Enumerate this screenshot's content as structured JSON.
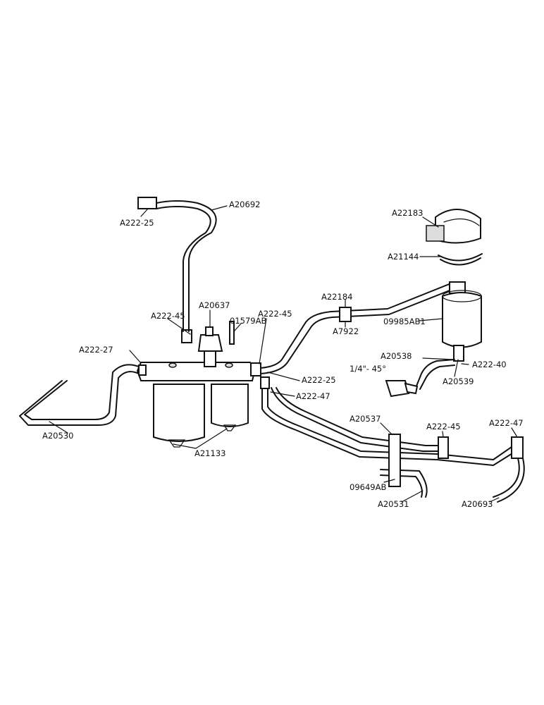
{
  "labels": {
    "a20692": "A20692",
    "a222_25_top": "A222-25",
    "a22183": "A22183",
    "a21144": "A21144",
    "a22184": "A22184",
    "a20637": "A20637",
    "a222_45_left": "A222-45",
    "a222_45_mid": "A222-45",
    "p01579ab": "01579AB",
    "a7922": "A7922",
    "p09985ab1": "09985AB1",
    "a222_27": "A222-27",
    "a20538": "A20538",
    "a222_40": "A222-40",
    "elbow_14_45": "1/4\"- 45°",
    "a222_25_mid": "A222-25",
    "a20539": "A20539",
    "a222_47_mid": "A222-47",
    "a20530": "A20530",
    "a20537": "A20537",
    "a222_45_right": "A222-45",
    "a222_47_right": "A222-47",
    "a21133": "A21133",
    "p09649ab": "09649AB",
    "a20531": "A20531",
    "a20693": "A20693"
  }
}
